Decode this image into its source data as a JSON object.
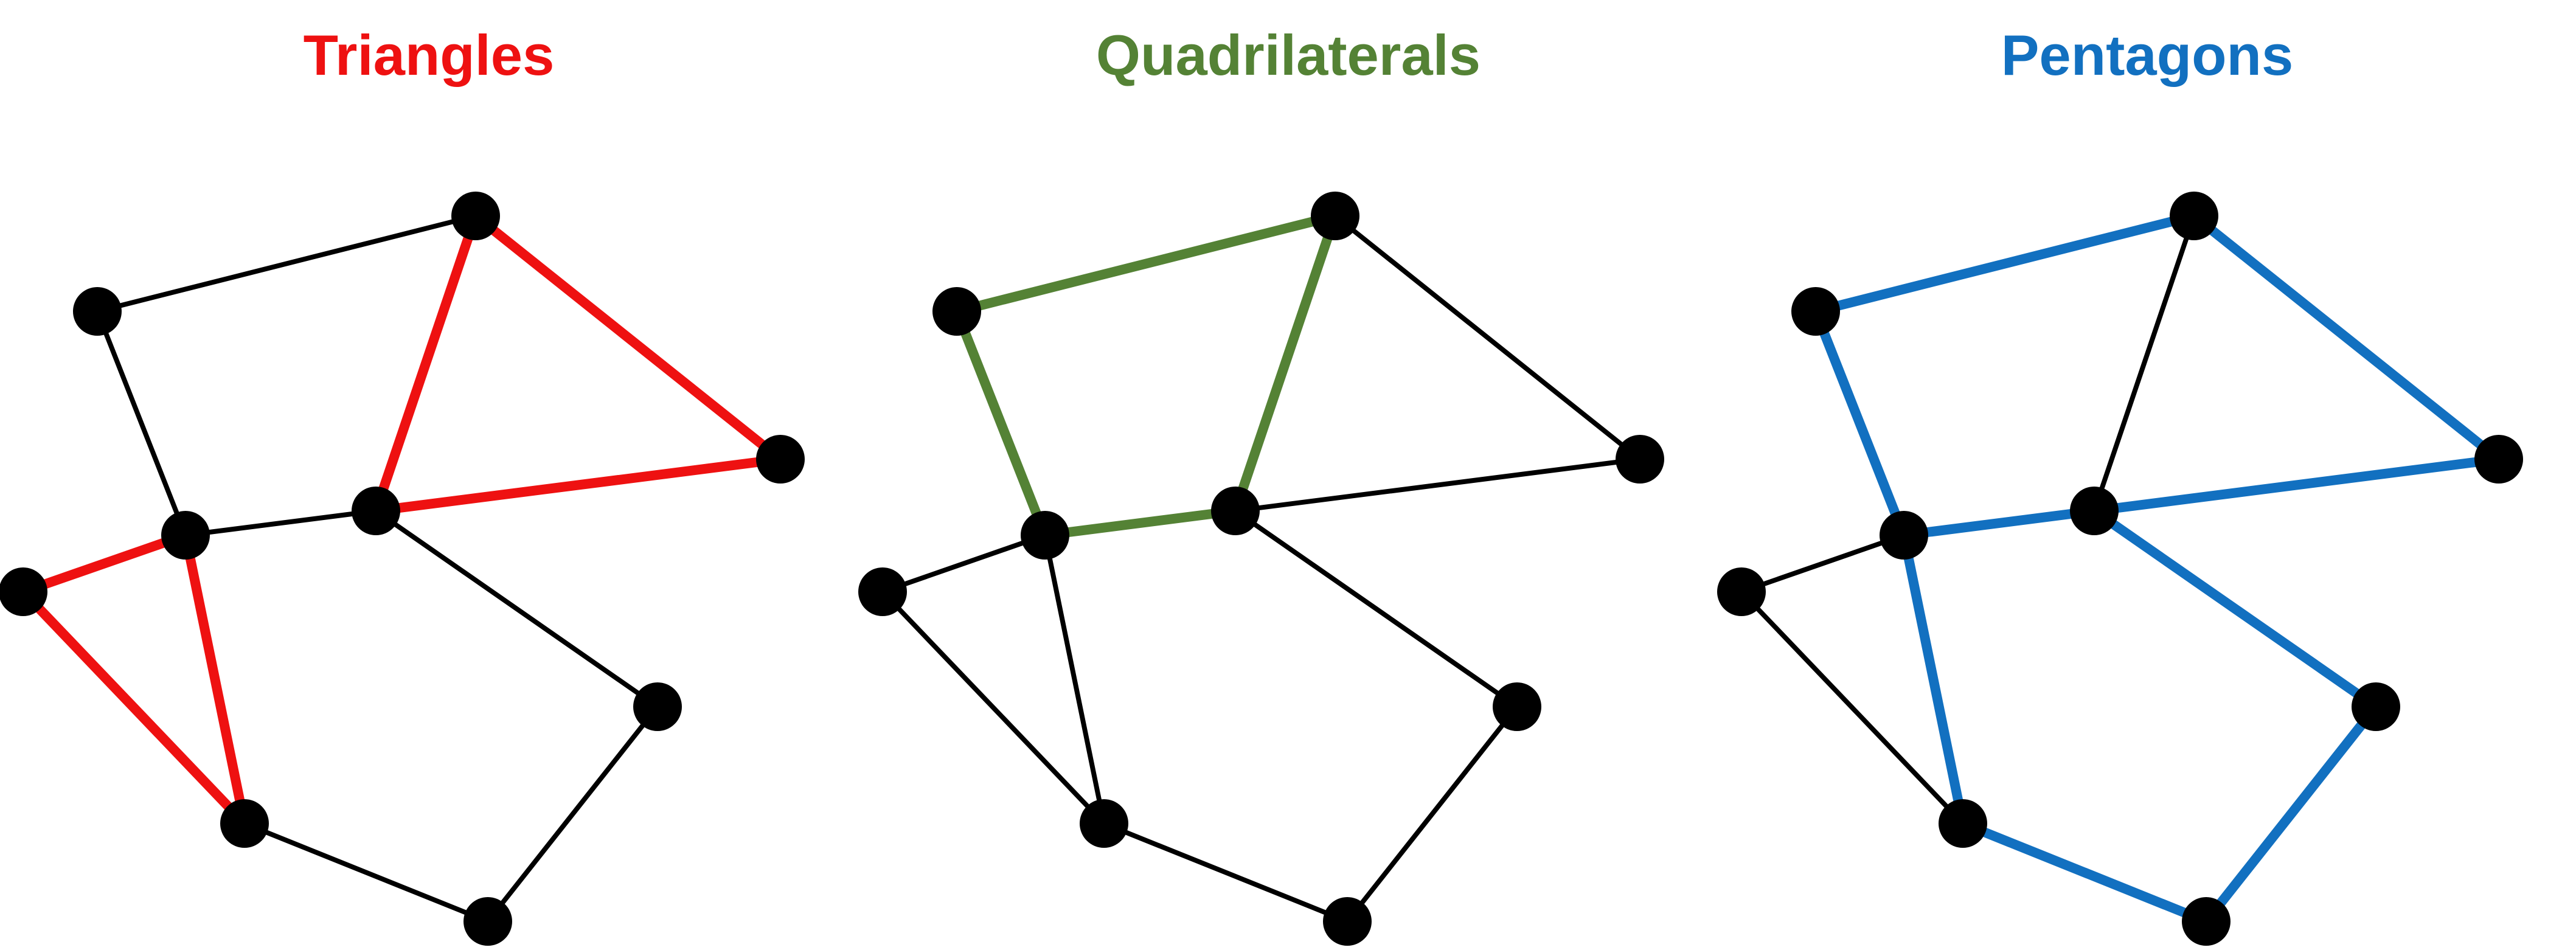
{
  "colors": {
    "edge_default": "#000000",
    "node": "#000000",
    "triangles": "#ee1111",
    "quadrilaterals": "#548235",
    "pentagons": "#1270c0"
  },
  "graph": {
    "nodes": [
      "n1",
      "n2",
      "n3",
      "n4",
      "n5",
      "n6",
      "n7",
      "n8",
      "n9",
      "n10"
    ],
    "edges": [
      [
        "n1",
        "n2"
      ],
      [
        "n1",
        "n3"
      ],
      [
        "n2",
        "n6"
      ],
      [
        "n2",
        "n4"
      ],
      [
        "n4",
        "n5"
      ],
      [
        "n3",
        "n4"
      ],
      [
        "n3",
        "n9"
      ],
      [
        "n3",
        "n7"
      ],
      [
        "n9",
        "n7"
      ],
      [
        "n4",
        "n8"
      ],
      [
        "n8",
        "n10"
      ],
      [
        "n7",
        "n10"
      ],
      [
        "n6",
        "n5"
      ]
    ]
  },
  "panels": [
    {
      "id": "triangles",
      "title": "Triangles",
      "color_key": "triangles",
      "highlighted_edges": [
        [
          "n2",
          "n6"
        ],
        [
          "n6",
          "n5"
        ],
        [
          "n2",
          "n4"
        ],
        [
          "n4",
          "n5"
        ],
        [
          "n3",
          "n9"
        ],
        [
          "n9",
          "n7"
        ],
        [
          "n3",
          "n7"
        ]
      ]
    },
    {
      "id": "quadrilaterals",
      "title": "Quadrilaterals",
      "color_key": "quadrilaterals",
      "highlighted_edges": [
        [
          "n1",
          "n2"
        ],
        [
          "n1",
          "n3"
        ],
        [
          "n3",
          "n4"
        ],
        [
          "n2",
          "n4"
        ]
      ]
    },
    {
      "id": "pentagons",
      "title": "Pentagons",
      "color_key": "pentagons",
      "highlighted_edges": [
        [
          "n1",
          "n2"
        ],
        [
          "n2",
          "n6"
        ],
        [
          "n6",
          "n5"
        ],
        [
          "n4",
          "n5"
        ],
        [
          "n3",
          "n4"
        ],
        [
          "n1",
          "n3"
        ],
        [
          "n4",
          "n8"
        ],
        [
          "n8",
          "n10"
        ],
        [
          "n7",
          "n10"
        ],
        [
          "n3",
          "n7"
        ]
      ]
    }
  ]
}
